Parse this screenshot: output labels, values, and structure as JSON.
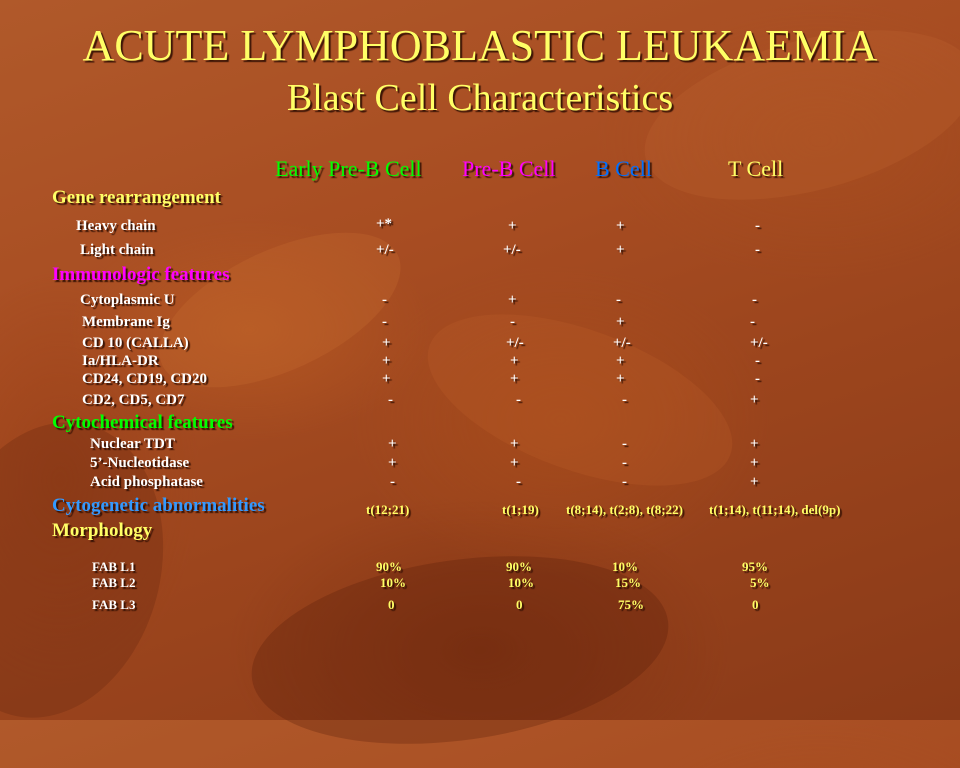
{
  "title": "ACUTE LYMPHOBLASTIC LEUKAEMIA",
  "subtitle": "Blast Cell Characteristics",
  "columns": [
    {
      "label": "Early Pre-B Cell",
      "color": "#00ff00"
    },
    {
      "label": "Pre-B Cell",
      "color": "#ff00ff"
    },
    {
      "label": "B Cell",
      "color": "#0070ff"
    },
    {
      "label": "T Cell",
      "color": "#ffff66"
    }
  ],
  "sections": {
    "gene": {
      "label": "Gene rearrangement",
      "color": "#ffff66"
    },
    "immuno": {
      "label": "Immunologic features",
      "color": "#ff00ff"
    },
    "cyto": {
      "label": "Cytochemical features",
      "color": "#00ff00"
    },
    "cytogen": {
      "label": "Cytogenetic abnormalities",
      "color": "#3399ff"
    },
    "morph": {
      "label": "Morphology",
      "color": "#ffff66"
    }
  },
  "rows": {
    "heavy_chain": {
      "label": "Heavy chain",
      "values": [
        "+*",
        "+",
        "+",
        "-"
      ]
    },
    "light_chain": {
      "label": "Light chain",
      "values": [
        "+/-",
        "+/-",
        "+",
        "-"
      ]
    },
    "cytoplasmic_u": {
      "label": "Cytoplasmic U",
      "values": [
        "-",
        "+",
        "-",
        "-"
      ]
    },
    "membrane_ig": {
      "label": "Membrane Ig",
      "values": [
        "-",
        "-",
        "+",
        "-"
      ]
    },
    "cd10": {
      "label": "CD 10 (CALLA)",
      "values": [
        "+",
        "+/-",
        "+/-",
        "+/-"
      ]
    },
    "ia_hla": {
      "label": "Ia/HLA-DR",
      "values": [
        "+",
        "+",
        "+",
        "-"
      ]
    },
    "cd24": {
      "label": "CD24, CD19, CD20",
      "values": [
        "+",
        "+",
        "+",
        "-"
      ]
    },
    "cd2": {
      "label": "CD2, CD5, CD7",
      "values": [
        "-",
        "-",
        "-",
        "+"
      ]
    },
    "tdt": {
      "label": "Nuclear TDT",
      "values": [
        "+",
        "+",
        "-",
        "+"
      ]
    },
    "nucleotidase": {
      "label": "5’-Nucleotidase",
      "values": [
        "+",
        "+",
        "-",
        "+"
      ]
    },
    "acid_phos": {
      "label": "Acid phosphatase",
      "values": [
        "-",
        "-",
        "-",
        "+"
      ]
    },
    "fab_l1": {
      "label": "FAB L1",
      "values": [
        "90%",
        "90%",
        "10%",
        "95%"
      ]
    },
    "fab_l2": {
      "label": "FAB L2",
      "values": [
        "10%",
        "10%",
        "15%",
        "5%"
      ]
    },
    "fab_l3": {
      "label": "FAB L3",
      "values": [
        "0",
        "0",
        "75%",
        "0"
      ]
    }
  },
  "cytogenetics": [
    "t(12;21)",
    "t(1;19)",
    "t(8;14), t(2;8), t(8;22)",
    "t(1;14), t(11;14), del(9p)"
  ]
}
